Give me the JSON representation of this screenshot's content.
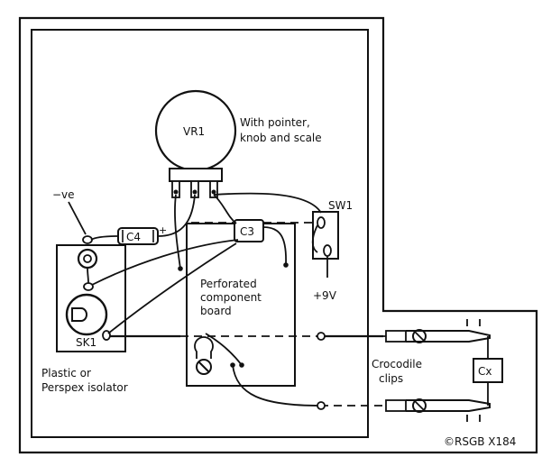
{
  "labels": {
    "vr1": "VR1",
    "vr1_note_line1": "With pointer,",
    "vr1_note_line2": "knob and scale",
    "neg": "−ve",
    "c4": "C4",
    "c3": "C3",
    "sw1": "SW1",
    "pos9v": "+9V",
    "board_line1": "Perforated",
    "board_line2": "component",
    "board_line3": "board",
    "sk1": "SK1",
    "isolator_line1": "Plastic or",
    "isolator_line2": "Perspex isolator",
    "clips_line1": "Crocodile",
    "clips_line2": "clips",
    "cx": "Cx",
    "copyright": "©RSGB X184"
  }
}
